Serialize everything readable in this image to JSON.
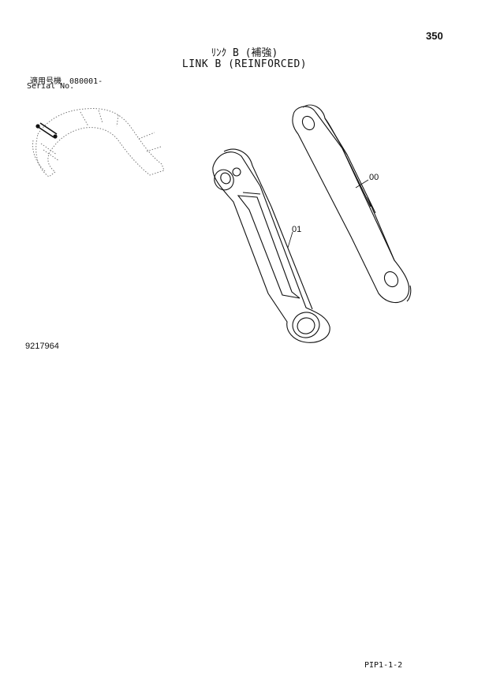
{
  "page": {
    "number": "350"
  },
  "title": {
    "japanese": "ﾘﾝｸ B (補強)",
    "english": "LINK B (REINFORCED)"
  },
  "serial": {
    "label_japanese": "適用号機",
    "number": "080001-",
    "label_english": "Serial No."
  },
  "diagram": {
    "callouts": [
      {
        "id": "00"
      },
      {
        "id": "01"
      }
    ],
    "drawing_number": "9217964"
  },
  "footer": {
    "sheet_code": "PIP1-1-2"
  }
}
